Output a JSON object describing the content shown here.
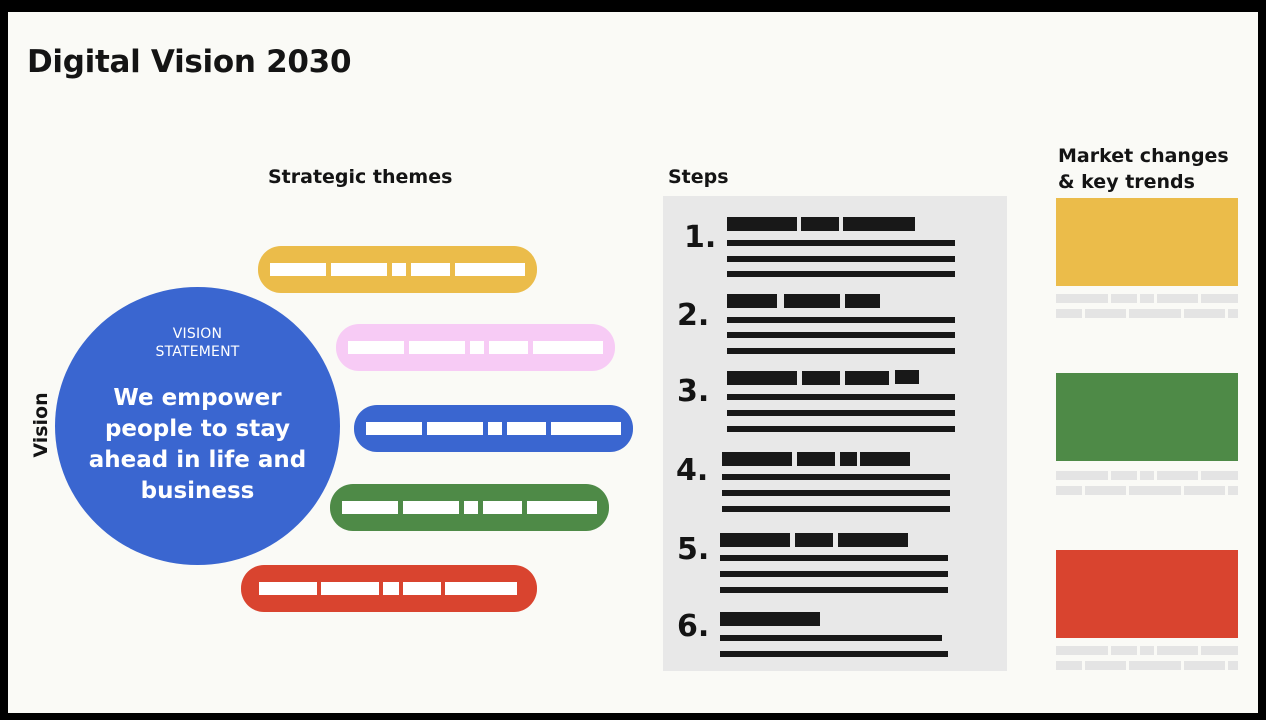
{
  "title": "Digital Vision 2030",
  "vision_axis_label": "Vision",
  "vision_statement": {
    "label_line1": "VISION",
    "label_line2": "STATEMENT",
    "text": "We empower people to stay ahead in life and business",
    "color": "#3a66d0"
  },
  "strategic_themes": {
    "heading": "Strategic themes",
    "colors": [
      "#ebbc4a",
      "#f7cbf5",
      "#3a66d0",
      "#4e8a47",
      "#d9442f"
    ]
  },
  "steps": {
    "heading": "Steps",
    "numbers": [
      "1.",
      "2.",
      "3.",
      "4.",
      "5.",
      "6."
    ]
  },
  "market": {
    "heading_line1": "Market changes",
    "heading_line2": "& key trends",
    "colors": [
      "#ebbc4a",
      "#4e8a47",
      "#d9442f"
    ]
  }
}
